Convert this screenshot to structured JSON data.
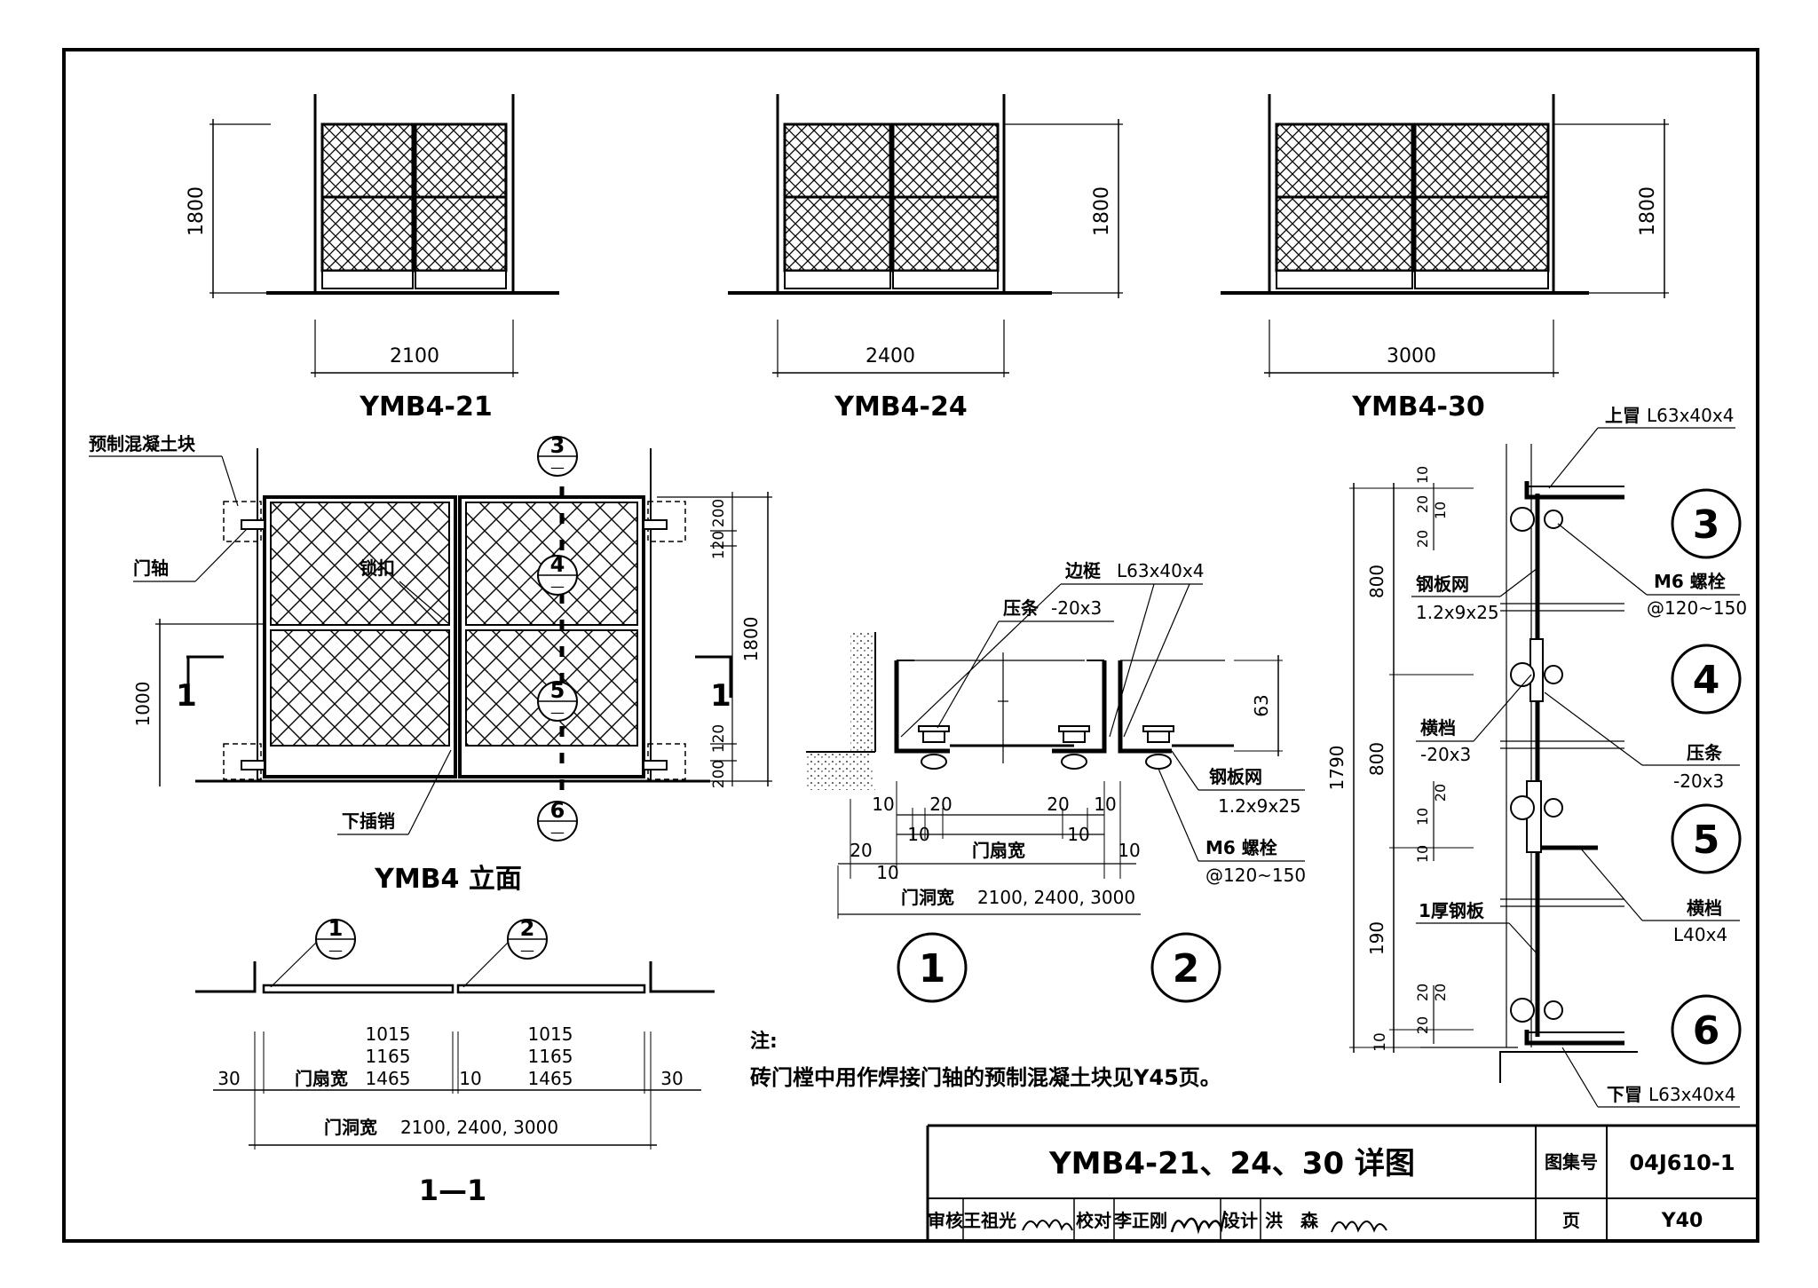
{
  "elevations": [
    {
      "label": "YMB4-21",
      "width": "2100",
      "height": "1800"
    },
    {
      "label": "YMB4-24",
      "width": "2400",
      "height": "1800"
    },
    {
      "label": "YMB4-30",
      "width": "3000",
      "height": "1800"
    }
  ],
  "main_elevation": {
    "title": "YMB4 立面",
    "precast_block": "预制混凝土块",
    "hinge": "门轴",
    "latch": "锁扣",
    "bolt": "下插销",
    "section_mark": "1",
    "dim_1000": "1000",
    "dim_1800": "1800",
    "dim_200a": "200",
    "dim_120a": "120",
    "dim_120b": "120",
    "dim_200b": "200"
  },
  "callouts": {
    "c1": "1",
    "c2": "2",
    "c3": "3",
    "c4": "4",
    "c5": "5",
    "c6": "6",
    "sheet_dash": "—"
  },
  "section_11": {
    "title": "1—1",
    "leaf_widths": "1015\n1165\n1465",
    "leaf_width_label": "门扇宽",
    "w1015": "1015",
    "w1165": "1165",
    "w1465": "1465",
    "dim_30": "30",
    "dim_10": "10",
    "opening_label": "门洞宽",
    "opening_values": "2100, 2400, 3000"
  },
  "detail_12": {
    "stile": "边梃",
    "stile_spec": "L63x40x4",
    "bead": "压条",
    "bead_spec": "-20x3",
    "mesh": "钢板网",
    "mesh_spec": "1.2x9x25",
    "bolt": "M6 螺栓",
    "bolt_spacing": "@120~150",
    "dim_63": "63",
    "dim_10": "10",
    "dim_20": "20",
    "leaf_width_label": "门扇宽",
    "opening_label": "门洞宽",
    "opening_values": "2100, 2400, 3000"
  },
  "section_detail": {
    "top_cap": "上冒",
    "top_cap_spec": "L63x40x4",
    "bottom_cap": "下冒",
    "bottom_cap_spec": "L63x40x4",
    "bolt": "M6 螺栓",
    "bolt_spacing": "@120~150",
    "mesh": "钢板网",
    "mesh_spec": "1.2x9x25",
    "rail": "横档",
    "rail_spec_a": "-20x3",
    "rail_spec_b": "L40x4",
    "bead": "压条",
    "bead_spec": "-20x3",
    "plate": "1厚钢板",
    "dim_1790": "1790",
    "dim_800a": "800",
    "dim_800b": "800",
    "dim_190": "190",
    "dim_10": "10",
    "dim_20": "20"
  },
  "note": {
    "label": "注:",
    "text": "砖门樘中用作焊接门轴的预制混凝土块见Y45页。"
  },
  "title_block": {
    "title": "YMB4-21、24、30 详图",
    "atlas_label": "图集号",
    "atlas_no": "04J610-1",
    "page_label": "页",
    "page_no": "Y40",
    "review_label": "审核",
    "reviewer": "王祖光",
    "check_label": "校对",
    "checker": "李正刚",
    "design_label": "设计",
    "designer": "洪　森"
  }
}
